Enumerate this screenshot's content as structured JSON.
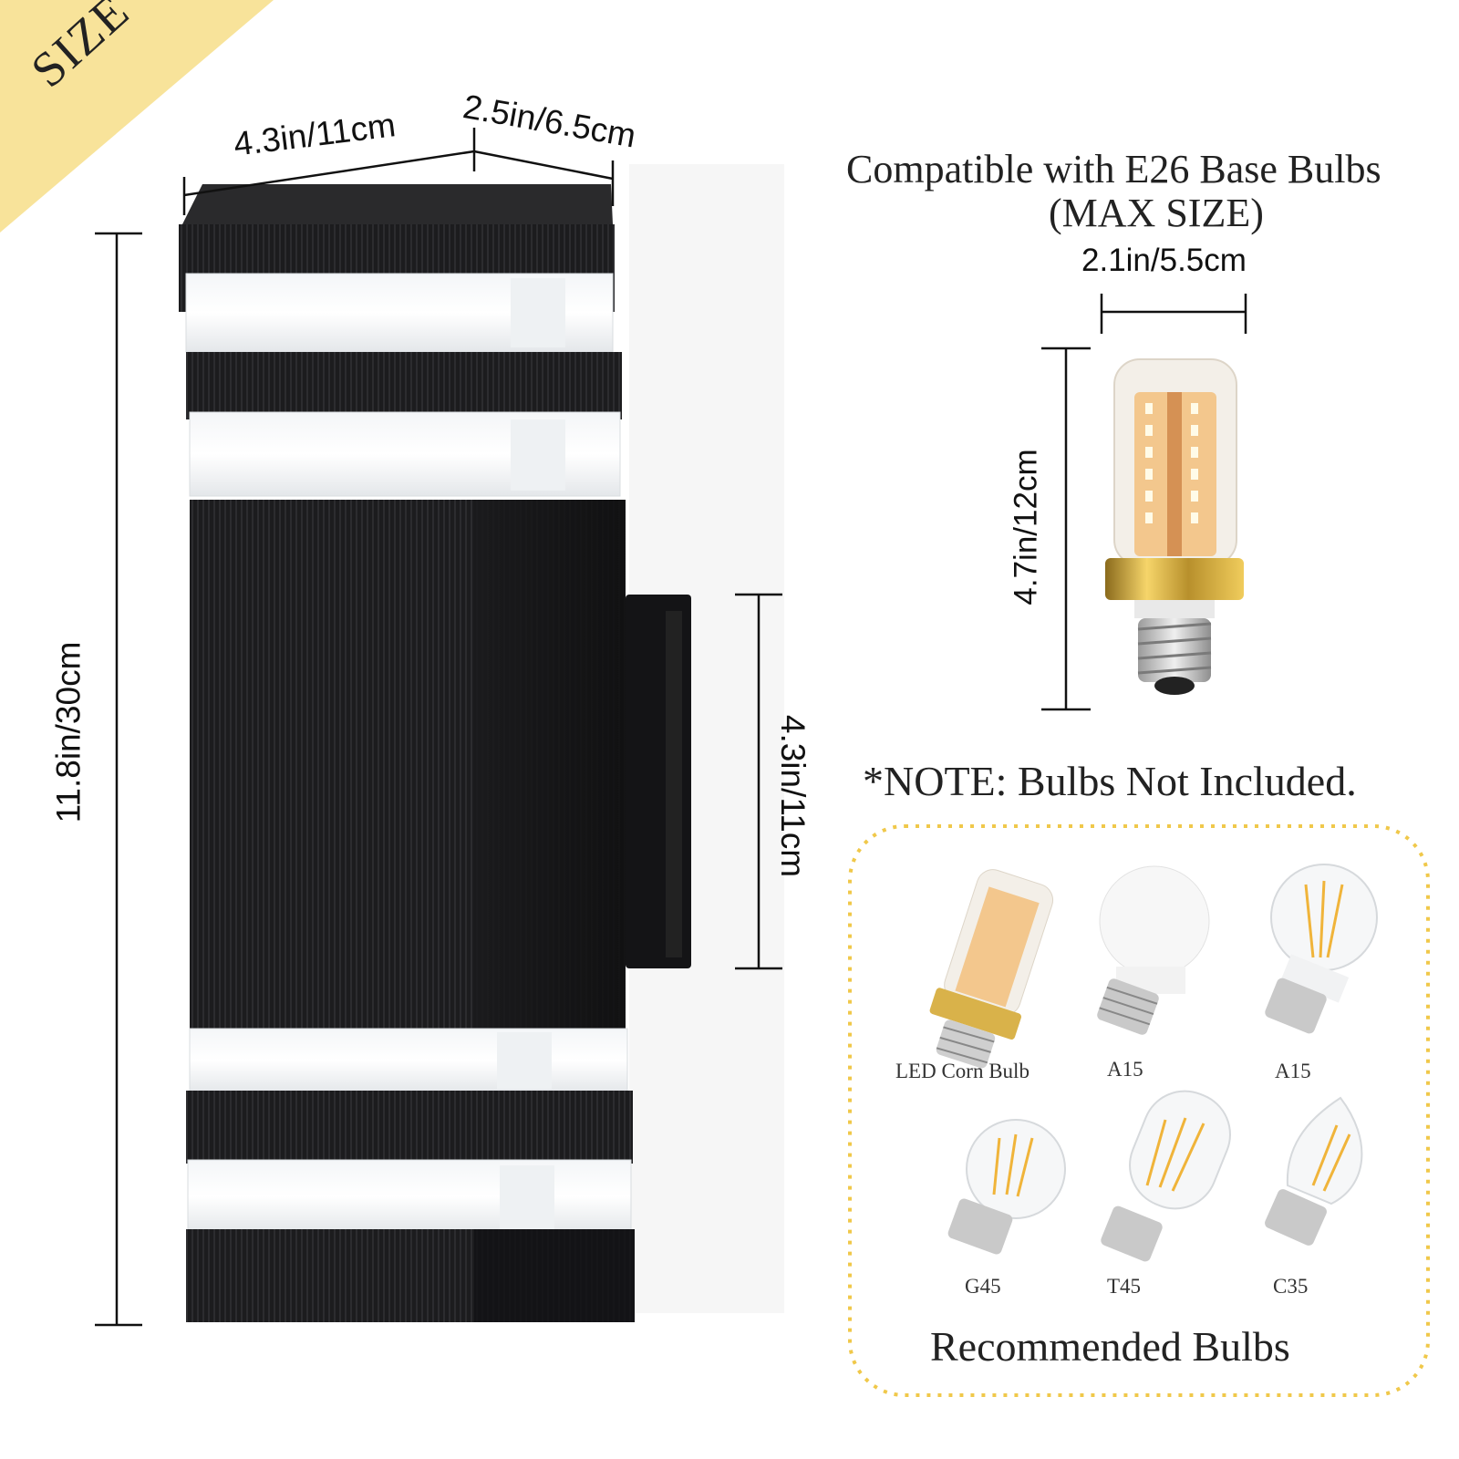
{
  "badge": {
    "label": "SIZE",
    "color": "#f8e39a"
  },
  "dimensions": {
    "width": "4.3in/11cm",
    "depth": "2.5in/6.5cm",
    "height": "11.8in/30cm",
    "mount_plate": "4.3in/11cm"
  },
  "bulb_spec": {
    "title_line1": "Compatible with E26 Base Bulbs",
    "title_line2": "(MAX SIZE)",
    "bulb_width": "2.1in/5.5cm",
    "bulb_height": "4.7in/12cm"
  },
  "note": "*NOTE: Bulbs Not Included.",
  "recommended": {
    "title": "Recommended Bulbs",
    "border_color": "#f0c84a",
    "bulbs": [
      {
        "label": "LED Corn Bulb",
        "icon": "corn-bulb-icon"
      },
      {
        "label": "A15",
        "icon": "frosted-bulb-icon"
      },
      {
        "label": "A15",
        "icon": "filament-bulb-icon"
      },
      {
        "label": "G45",
        "icon": "globe-filament-bulb-icon"
      },
      {
        "label": "T45",
        "icon": "tubular-filament-bulb-icon"
      },
      {
        "label": "C35",
        "icon": "candle-filament-bulb-icon"
      }
    ]
  }
}
